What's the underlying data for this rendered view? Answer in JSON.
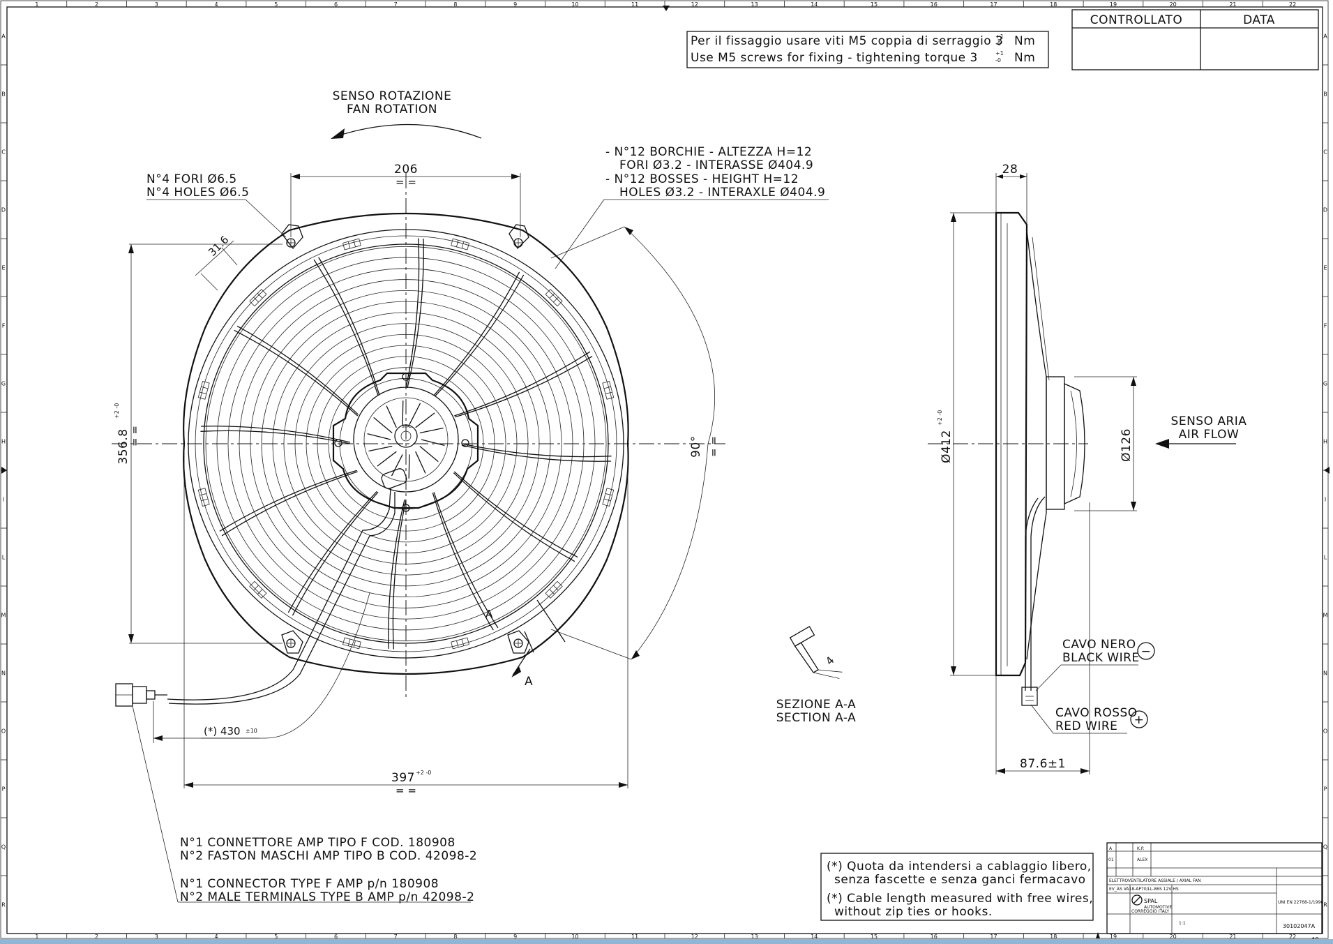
{
  "border": {
    "top_numbers": [
      "1",
      "2",
      "3",
      "4",
      "5",
      "6",
      "7",
      "8",
      "9",
      "10",
      "11",
      "12",
      "13",
      "14",
      "15",
      "16",
      "17",
      "18",
      "19",
      "20",
      "21",
      "22"
    ],
    "side_letters": [
      "A",
      "B",
      "C",
      "D",
      "E",
      "F",
      "G",
      "H",
      "I",
      "L",
      "M",
      "N",
      "O",
      "P",
      "Q",
      "R"
    ],
    "sheet_size": "A0"
  },
  "header_table": {
    "col1": "CONTROLLATO",
    "col2": "DATA"
  },
  "note_screws": {
    "it": "Per il fissaggio usare viti M5 coppia di serraggio 3",
    "en": "Use M5 screws for fixing - tightening torque 3",
    "tol_upper": "+1",
    "tol_lower": "-0",
    "unit": "Nm"
  },
  "rotation": {
    "it": "SENSO ROTAZIONE",
    "en": "FAN ROTATION"
  },
  "holes_note": {
    "it": "N°4 FORI Ø6.5",
    "en": "N°4 HOLES Ø6.5"
  },
  "bosses_note": {
    "line1": "- N°12 BORCHIE - ALTEZZA H=12",
    "line2": "FORI Ø3.2 - INTERASSE Ø404.9",
    "line3": "- N°12 BOSSES - HEIGHT H=12",
    "line4": "HOLES Ø3.2 - INTERAXLE Ø404.9"
  },
  "dims": {
    "top_spacing": "206",
    "hole_offset": "31.6",
    "height": "356.8",
    "height_tol": "+2 -0",
    "width": "397",
    "width_tol": "+2 -0",
    "angle": "90°",
    "cable_length": "(*) 430",
    "cable_tol": "±10",
    "depth": "28",
    "diameter": "Ø412",
    "diameter_tol": "+2 -0",
    "motor_dia": "Ø126",
    "total_depth": "87.6±1",
    "section_dim": "4",
    "equal_mark": "= ="
  },
  "section": {
    "marker": "A",
    "it": "SEZIONE A-A",
    "en": "SECTION A-A"
  },
  "air_flow": {
    "it": "SENSO ARIA",
    "en": "AIR FLOW"
  },
  "wires": {
    "black_it": "CAVO NERO",
    "black_en": "BLACK WIRE",
    "black_sign": "−",
    "red_it": "CAVO ROSSO",
    "red_en": "RED WIRE",
    "red_sign": "+"
  },
  "connector": {
    "it1": "N°1 CONNETTORE AMP TIPO F COD. 180908",
    "it2": "N°2 FASTON MASCHI AMP TIPO B COD. 42098-2",
    "en1": "N°1 CONNECTOR TYPE F AMP p/n 180908",
    "en2": "N°2 MALE TERMINALS TYPE B AMP p/n 42098-2"
  },
  "cable_note": {
    "it1": "(*) Quota da intendersi a cablaggio libero,",
    "it2": "senza fascette e senza ganci fermacavo",
    "en1": "(*) Cable length measured with free wires,",
    "en2": "without zip ties or hooks."
  },
  "title_block": {
    "rev_a": "A",
    "rev_01": "01",
    "author1": "K.P.",
    "author2": "ALEX",
    "title": "ELETTROVENTILATORE ASSIALE / AXIAL FAN",
    "code_line": "EV_AS VA18-AP70/LL-86S 12V HS",
    "company": "SPAL",
    "company_sub": "AUTOMOTIVE",
    "city": "CORREGGIO ITALY",
    "drawing_no": "30102047A",
    "scale": "1:1",
    "standard": "UNI EN 22768-1/1996"
  }
}
